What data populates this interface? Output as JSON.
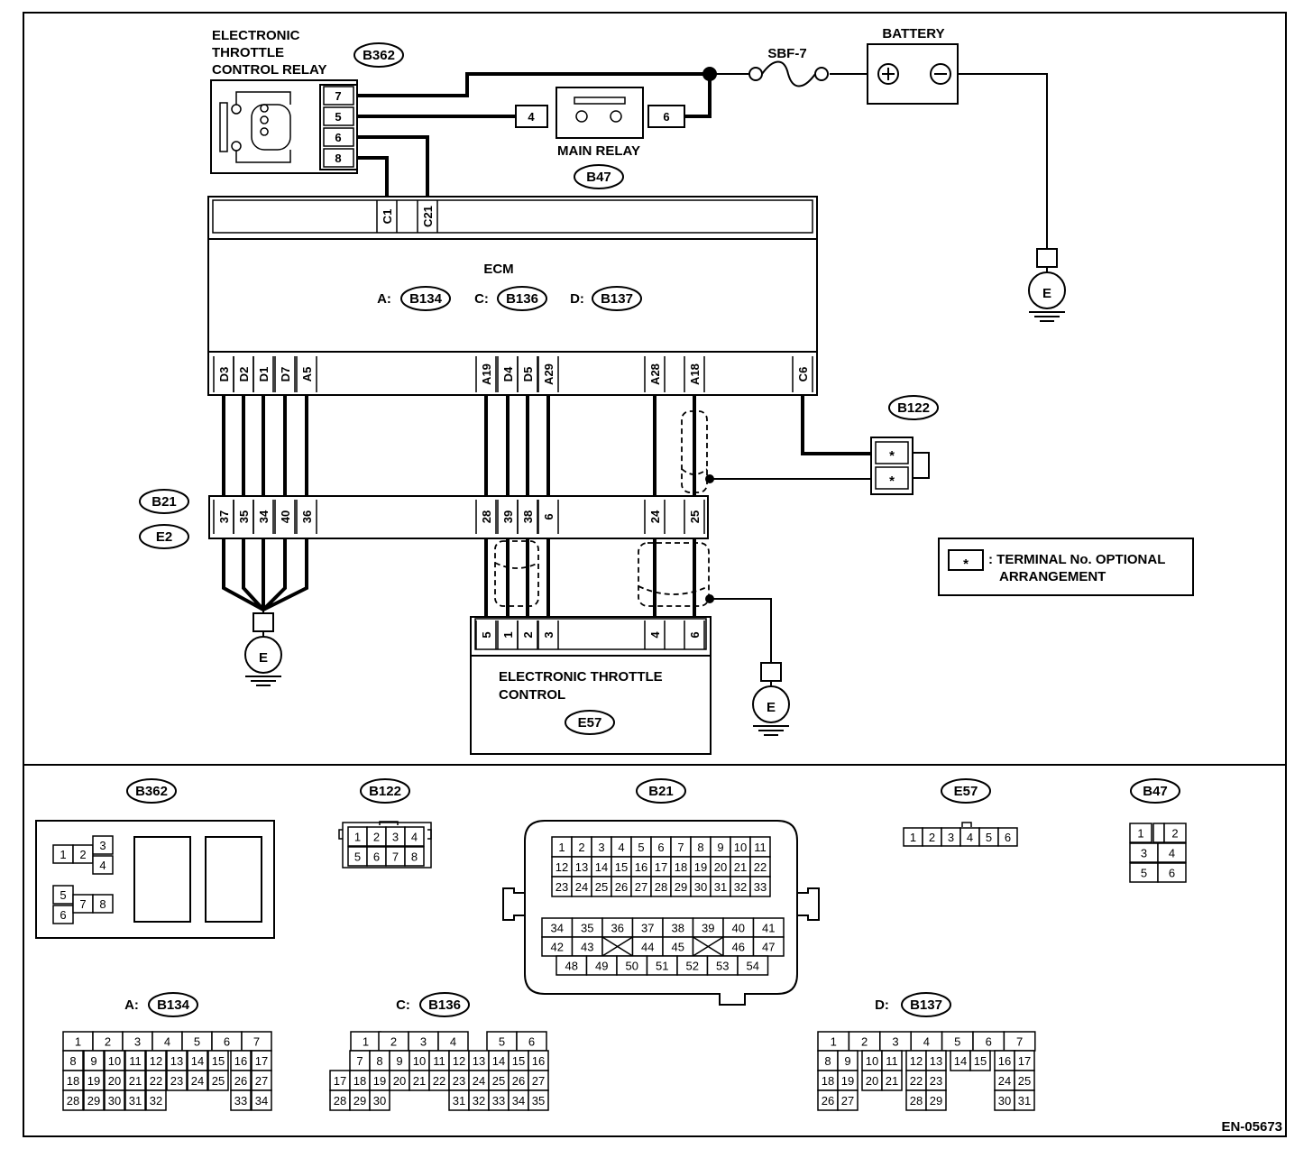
{
  "diagram_id": "EN-05673",
  "relay": {
    "title_lines": [
      "ELECTRONIC",
      "THROTTLE",
      "CONTROL RELAY"
    ],
    "code": "B362",
    "pins": [
      "7",
      "5",
      "6",
      "8"
    ]
  },
  "fuse": {
    "label": "SBF-7"
  },
  "battery": {
    "label": "BATTERY",
    "plus": "+",
    "minus": "−"
  },
  "main_relay": {
    "label": "MAIN RELAY",
    "code": "B47",
    "pins": [
      "4",
      "6"
    ]
  },
  "ecm": {
    "label": "ECM",
    "connectors": [
      {
        "letter": "A:",
        "code": "B134"
      },
      {
        "letter": "C:",
        "code": "B136"
      },
      {
        "letter": "D:",
        "code": "B137"
      }
    ],
    "top_pins": [
      "C1",
      "C21"
    ],
    "bottom_pins": [
      "D3",
      "D2",
      "D1",
      "D7",
      "A5",
      "A19",
      "D4",
      "D5",
      "A29",
      "A28",
      "A18",
      "C6"
    ]
  },
  "junction": {
    "codes": [
      "B21",
      "E2"
    ],
    "pins": [
      "37",
      "35",
      "34",
      "40",
      "36",
      "28",
      "39",
      "38",
      "6",
      "24",
      "25"
    ]
  },
  "b122": {
    "code": "B122",
    "pins": [
      "*",
      "*"
    ]
  },
  "throttle": {
    "title_lines": [
      "ELECTRONIC THROTTLE",
      "CONTROL"
    ],
    "code": "E57",
    "pins": [
      "5",
      "1",
      "2",
      "3",
      "4",
      "6"
    ]
  },
  "ground_label": "E",
  "legend": {
    "symbol": "*",
    "lines": [
      ": TERMINAL No. OPTIONAL",
      "ARRANGEMENT"
    ]
  },
  "views": {
    "b362": {
      "code": "B362",
      "cells": [
        "1",
        "2",
        "3",
        "4",
        "5",
        "6",
        "7",
        "8"
      ]
    },
    "b122": {
      "code": "B122",
      "cells": [
        "1",
        "2",
        "3",
        "4",
        "5",
        "6",
        "7",
        "8"
      ]
    },
    "b21": {
      "code": "B21"
    },
    "e57": {
      "code": "E57",
      "cells": [
        "1",
        "2",
        "3",
        "4",
        "5",
        "6"
      ]
    },
    "b47": {
      "code": "B47",
      "cells": [
        "1",
        "2",
        "3",
        "4",
        "5",
        "6"
      ]
    },
    "b134": {
      "letter": "A:",
      "code": "B134"
    },
    "b136": {
      "letter": "C:",
      "code": "B136"
    },
    "b137": {
      "letter": "D:",
      "code": "B137"
    }
  }
}
